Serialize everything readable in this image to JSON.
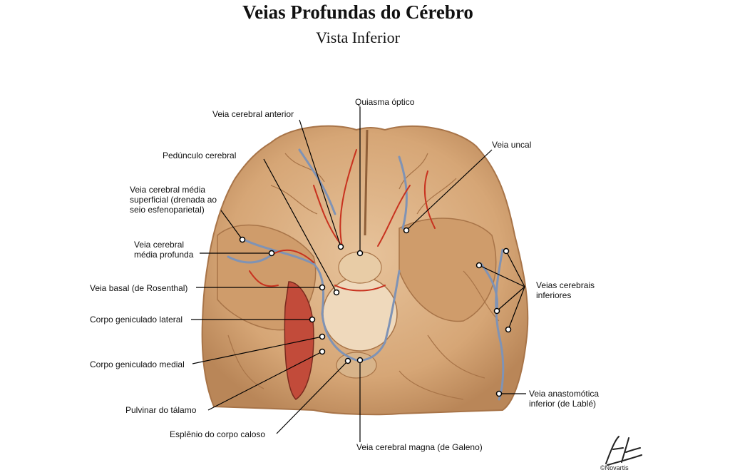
{
  "title": "Veias Profundas do Cérebro",
  "subtitle": "Vista Inferior",
  "labels": {
    "quiasma": "Quiasma óptico",
    "cerebral_anterior": "Veia cerebral anterior",
    "pedunculo": "Pedúnculo cerebral",
    "uncal": "Veia uncal",
    "media_sup_1": "Veia cerebral média",
    "media_sup_2": "superficial (drenada ao",
    "media_sup_3": "seio esfenoparietal)",
    "media_prof_1": "Veia cerebral",
    "media_prof_2": "média profunda",
    "basal": "Veia basal (de Rosenthal)",
    "inferiores_1": "Veias cerebrais",
    "inferiores_2": "inferiores",
    "geniculado_lateral": "Corpo geniculado lateral",
    "geniculado_medial": "Corpo geniculado medial",
    "pulvinar": "Pulvinar do tálamo",
    "esplenio": "Esplênio do corpo caloso",
    "galeno": "Veia cerebral magna (de Galeno)",
    "anastomotica_1": "Veia anastomótica",
    "anastomotica_2": "inferior (de Lablé)"
  },
  "credit": "©Novartis",
  "colors": {
    "brain": "#d9a878",
    "vein": "#7f93b5",
    "artery": "#c8321f",
    "leader": "#000000"
  }
}
